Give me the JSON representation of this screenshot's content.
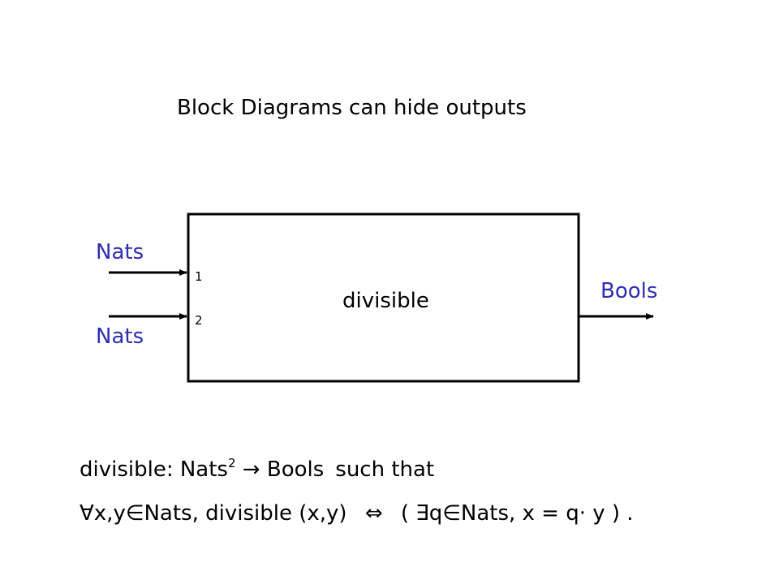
{
  "title": "Block Diagrams can hide outputs",
  "block": {
    "name": "divisible",
    "inputs": [
      {
        "type": "Nats",
        "port": "1"
      },
      {
        "type": "Nats",
        "port": "2"
      }
    ],
    "output": {
      "type": "Bools"
    }
  },
  "formula": {
    "line1": {
      "name": "divisible:",
      "domain": "Nats",
      "exponent": "2",
      "arrow": "→",
      "codomain": "Bools",
      "qualifier": "such that"
    },
    "line2": {
      "forall_part": "∀x,y∈Nats, divisible (x,y)",
      "iff": "⇔",
      "exists_part": "( ∃q∈Nats, x = q· y ) ."
    }
  },
  "colors": {
    "port_type": "#2d2db3",
    "ink": "#000000"
  }
}
